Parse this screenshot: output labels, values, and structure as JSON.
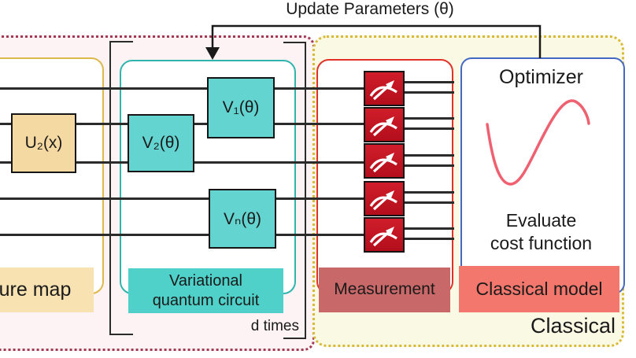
{
  "title": "Update Parameters (θ)",
  "quantum_region": {
    "border_color": "#a23a55",
    "fill": "#fdf3f5"
  },
  "classical_region": {
    "label": "Classical",
    "border_color": "#d9b93a",
    "fill": "#fafae4"
  },
  "feature_map": {
    "label": "ure map",
    "gate_label": "U₂(x)",
    "border_color": "#ddb84a",
    "gate_fill": "#f5d9a2",
    "label_fill": "#f8e2b2"
  },
  "variational_circuit": {
    "label_line1": "Variational",
    "label_line2": "quantum circuit",
    "repeat_label": "d times",
    "border_color": "#2fb5ae",
    "gate_fill": "#64d4d1",
    "label_fill": "#4fd0c9",
    "gates": [
      {
        "label": "V₁(θ)"
      },
      {
        "label": "V₂(θ)"
      },
      {
        "label": "Vₙ(θ)"
      }
    ]
  },
  "measurement": {
    "label": "Measurement",
    "border_color": "#e23128",
    "gauge_color": "#c1121f",
    "label_fill": "#c96868",
    "qubit_wire_count": 5
  },
  "optimizer": {
    "title": "Optimizer",
    "evaluate_line1": "Evaluate",
    "evaluate_line2": "cost function",
    "model_label": "Classical model",
    "border_color": "#4468c4",
    "curve_color": "#ef6071",
    "label_fill": "#f3776c"
  }
}
